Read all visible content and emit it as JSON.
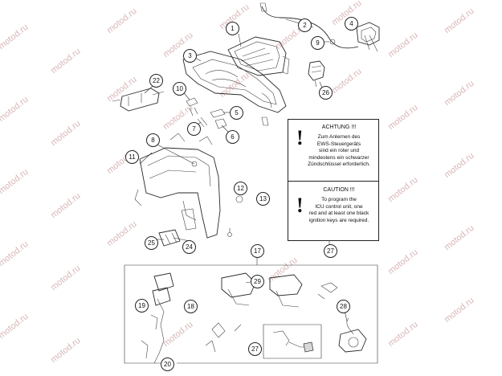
{
  "watermark": "motod.ru",
  "callouts": {
    "c1": "1",
    "c2": "2",
    "c3": "3",
    "c4": "4",
    "c5": "5",
    "c6": "6",
    "c7": "7",
    "c8": "8",
    "c9": "9",
    "c10": "10",
    "c11": "11",
    "c12": "12",
    "c13": "13",
    "c17": "17",
    "c18": "18",
    "c19": "19",
    "c20": "20",
    "c22": "22",
    "c24": "24",
    "c25": "25",
    "c26": "26",
    "c27a": "27",
    "c27b": "27",
    "c28": "28",
    "c29": "29"
  },
  "notice": {
    "de_title": "ACHTUNG !!!",
    "de_text": "Zum Anlernen des\nEWS-Steuergeräts\nsind ein roter und\nmindestens ein schwarzer\nZündschlüssel erforderlich.",
    "en_title": "CAUTION !!!",
    "en_text": "To program the\nICU control unit, one\nred and at least one black\nignition keys are required.",
    "mark": "!"
  }
}
